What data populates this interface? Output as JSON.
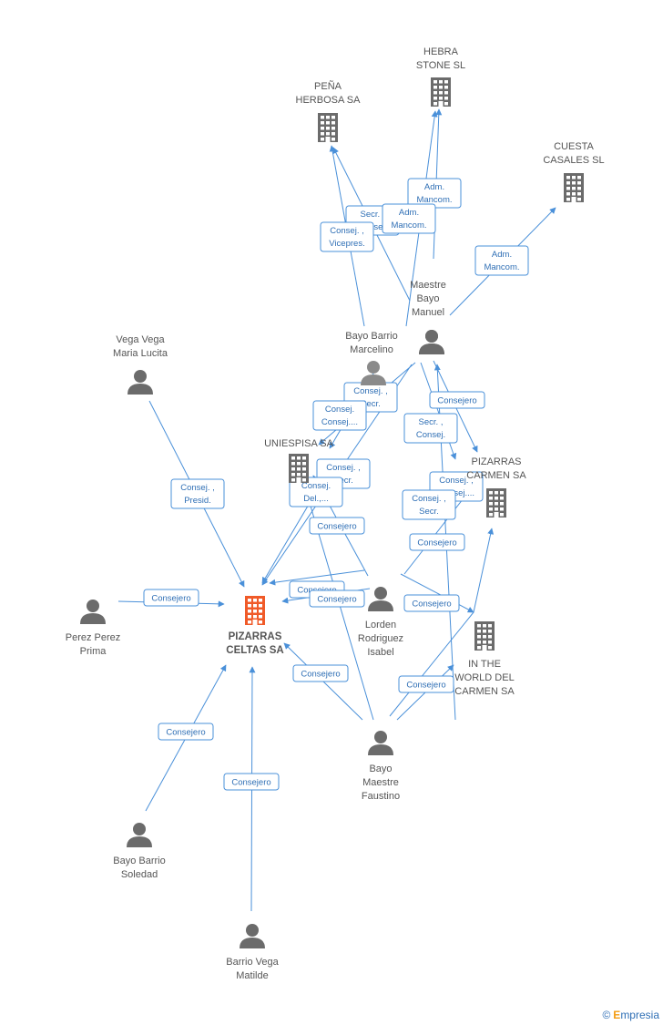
{
  "diagram": {
    "nodes": [
      {
        "id": "pizarras_celtas",
        "type": "company",
        "highlight": true,
        "label": [
          "PIZARRAS",
          "CELTAS SA"
        ]
      },
      {
        "id": "hebra",
        "type": "company",
        "label": [
          "HEBRA",
          "STONE  SL"
        ]
      },
      {
        "id": "pena",
        "type": "company",
        "label": [
          "PEÑA",
          "HERBOSA SA"
        ]
      },
      {
        "id": "cuesta",
        "type": "company",
        "label": [
          "CUESTA",
          "CASALES SL"
        ]
      },
      {
        "id": "uniespisa",
        "type": "company",
        "label": [
          "UNIESPISA SA"
        ]
      },
      {
        "id": "pizarras_carmen",
        "type": "company",
        "label": [
          "PIZARRAS",
          "CARMEN SA"
        ]
      },
      {
        "id": "world_carmen",
        "type": "company",
        "label": [
          "IN THE",
          "WORLD DEL",
          "CARMEN SA"
        ]
      },
      {
        "id": "maestre_bayo_manuel",
        "type": "person",
        "label": [
          "Maestre",
          "Bayo",
          "Manuel"
        ]
      },
      {
        "id": "bayo_barrio_marcelino",
        "type": "person",
        "label": [
          "Bayo Barrio",
          "Marcelino"
        ]
      },
      {
        "id": "vega_vega",
        "type": "person",
        "label": [
          "Vega Vega",
          "Maria Lucita"
        ]
      },
      {
        "id": "perez_perez",
        "type": "person",
        "label": [
          "Perez Perez",
          "Prima"
        ]
      },
      {
        "id": "lorden",
        "type": "person",
        "label": [
          "Lorden",
          "Rodriguez",
          "Isabel"
        ]
      },
      {
        "id": "bayo_maestre_faustino",
        "type": "person",
        "label": [
          "Bayo",
          "Maestre",
          "Faustino"
        ]
      },
      {
        "id": "bayo_barrio_soledad",
        "type": "person",
        "label": [
          "Bayo Barrio",
          "Soledad"
        ]
      },
      {
        "id": "barrio_vega",
        "type": "person",
        "label": [
          "Barrio Vega",
          "Matilde"
        ]
      },
      {
        "id": "hidden_person",
        "type": "person",
        "label": []
      }
    ],
    "edges": [
      {
        "from": "maestre_bayo_manuel",
        "to": "hebra",
        "label": [
          "Adm.",
          "Mancom."
        ]
      },
      {
        "from": "maestre_bayo_manuel",
        "to": "pena",
        "label": [
          "Secr. ,",
          "Consej."
        ]
      },
      {
        "from": "bayo_barrio_marcelino",
        "to": "hebra",
        "label": [
          "Adm.",
          "Mancom."
        ]
      },
      {
        "from": "bayo_barrio_marcelino",
        "to": "pena",
        "label": [
          "Consej. ,",
          "Vicepres."
        ]
      },
      {
        "from": "maestre_bayo_manuel",
        "to": "cuesta",
        "label": [
          "Adm.",
          "Mancom."
        ]
      },
      {
        "from": "vega_vega",
        "to": "pizarras_celtas",
        "label": [
          "Consej. ,",
          "Presid."
        ]
      },
      {
        "from": "perez_perez",
        "to": "pizarras_celtas",
        "label": [
          "Consejero"
        ]
      },
      {
        "from": "hidden_person",
        "to": "uniespisa",
        "label": [
          "Consej. ,",
          "Secr."
        ]
      },
      {
        "from": "bayo_barrio_marcelino",
        "to": "uniespisa",
        "label": [
          "Consej.",
          "Consej...."
        ]
      },
      {
        "from": "bayo_barrio_marcelino",
        "to": "pizarras_carmen",
        "label": [
          "Consejero"
        ]
      },
      {
        "from": "bayo_barrio_marcelino",
        "to": "world_carmen",
        "label": [
          "Secr. ,",
          "Consej."
        ]
      },
      {
        "from": "lorden",
        "to": "uniespisa",
        "label": [
          "Consej. ,",
          "Secr."
        ]
      },
      {
        "from": "bayo_barrio_marcelino",
        "to": "pizarras_celtas",
        "label": [
          "Consej.",
          "Del.,..."
        ]
      },
      {
        "from": "lorden",
        "to": "pizarras_carmen",
        "label": [
          "Consej. ,",
          "Consej...."
        ]
      },
      {
        "from": "bayo_maestre_faustino",
        "to": "pizarras_carmen",
        "label": [
          "Consej. ,",
          "Secr."
        ]
      },
      {
        "from": "lorden",
        "to": "pizarras_celtas",
        "label": [
          "Consejero"
        ]
      },
      {
        "from": "lorden",
        "to": "world_carmen",
        "label": [
          "Consejero"
        ]
      },
      {
        "from": "bayo_maestre_faustino",
        "to": "pizarras_celtas",
        "label": [
          "Consejero"
        ]
      },
      {
        "from": "bayo_maestre_faustino",
        "to": "world_carmen",
        "label": [
          "Consejero"
        ]
      },
      {
        "from": "bayo_maestre_faustino",
        "to": "pizarras_celtas",
        "label": [
          "Consejero"
        ]
      },
      {
        "from": "bayo_maestre_faustino",
        "to": "world_carmen",
        "label": [
          "Consejero"
        ]
      },
      {
        "from": "bayo_barrio_soledad",
        "to": "pizarras_celtas",
        "label": [
          "Consejero"
        ]
      },
      {
        "from": "barrio_vega",
        "to": "pizarras_celtas",
        "label": [
          "Consejero"
        ]
      },
      {
        "from": "hidden_person",
        "to": "pizarras_celtas",
        "label": [
          "Consejero"
        ]
      }
    ]
  },
  "colors": {
    "edge": "#4a90d9",
    "edge_text": "#2f6fb5",
    "company_icon": "#6b6b6b",
    "highlight_icon": "#f05a28",
    "person_icon": "#6b6b6b",
    "label_text": "#555555"
  },
  "watermark": {
    "copyright": "©",
    "brand_initial": "E",
    "brand_rest": "mpresia"
  }
}
